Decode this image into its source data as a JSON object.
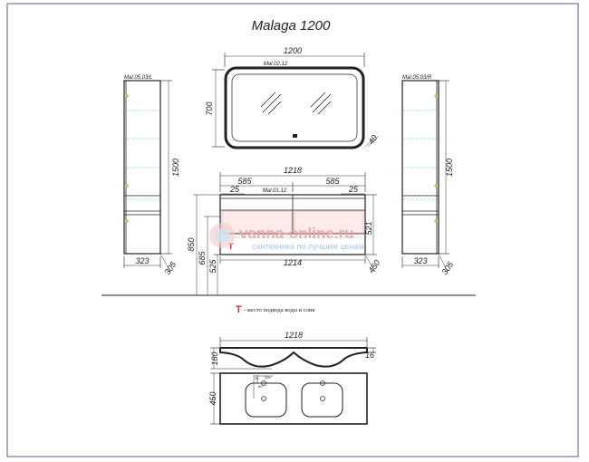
{
  "title": "Malaga 1200",
  "labels": {
    "cabinet_left": "Mal.05.03/L",
    "cabinet_right": "Mal.05.03/R",
    "mirror": "Mal.02.12",
    "vanity": "Mal.01.12"
  },
  "dims": {
    "mirror_width": "1200",
    "mirror_height": "700",
    "mirror_depth": "40",
    "vanity_top_width": "1218",
    "drawer_left": "585",
    "drawer_right": "585",
    "gap_left": "25",
    "gap_right": "25",
    "vanity_height": "521",
    "vanity_bottom_width": "1214",
    "vanity_depth": "450",
    "floor_total": "850",
    "floor_mid": "685",
    "floor_low": "525",
    "cabinet_height_left": "1500",
    "cabinet_width_left": "323",
    "cabinet_depth_left": "305",
    "cabinet_height_right": "1500",
    "cabinet_width_right": "323",
    "cabinet_depth_right": "305",
    "sink_width": "1218",
    "sink_side_height": "180",
    "sink_lip": "16",
    "sink_top_depth": "450",
    "tap_a": "35",
    "tap_b": "60",
    "tap_c": "100"
  },
  "note": {
    "marker": "T",
    "text": "- место подвода воды и слив"
  },
  "watermark": {
    "brand": "vanna-online.ru",
    "slogan": "сантехника по лучшим ценам"
  },
  "colors": {
    "line": "#222222",
    "glass": "#7fd3df",
    "drawer_fill": "#fdeaea",
    "marker_red": "#e8242c",
    "frame": "#5b5b8f"
  }
}
